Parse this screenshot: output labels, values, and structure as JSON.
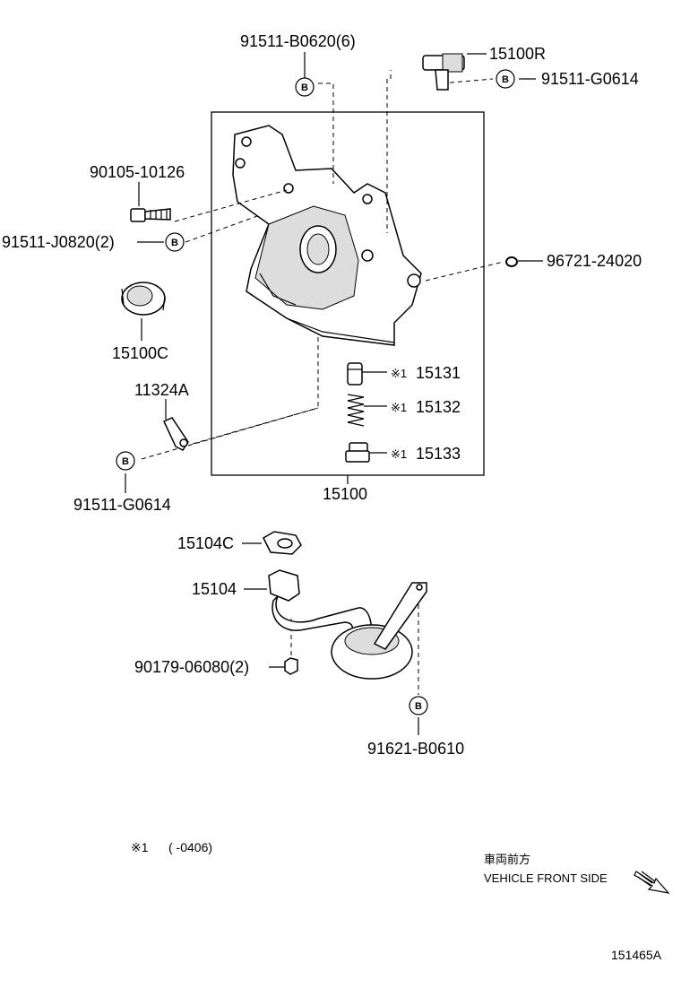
{
  "parts": {
    "bolt_top": "91511-B0620(6)",
    "sensor": "15100R",
    "sensor_bolt": "91511-G0614",
    "bolt_left": "90105-10126",
    "bolt_left2": "91511-J0820(2)",
    "oring": "96721-24020",
    "seal": "15100C",
    "bracket": "11324A",
    "bracket_bolt": "91511-G0614",
    "valve": "15131",
    "spring": "15132",
    "plug": "15133",
    "pump_assy": "15100",
    "gasket": "15104C",
    "strainer": "15104",
    "nut": "90179-06080(2)",
    "strainer_bolt": "91621-B0610"
  },
  "marker": {
    "b": "B",
    "note_mark": "※1"
  },
  "note": {
    "mark": "※1",
    "text": "(     -0406)"
  },
  "direction": {
    "jp": "車両前方",
    "en": "VEHICLE FRONT SIDE"
  },
  "ref": "151465A"
}
